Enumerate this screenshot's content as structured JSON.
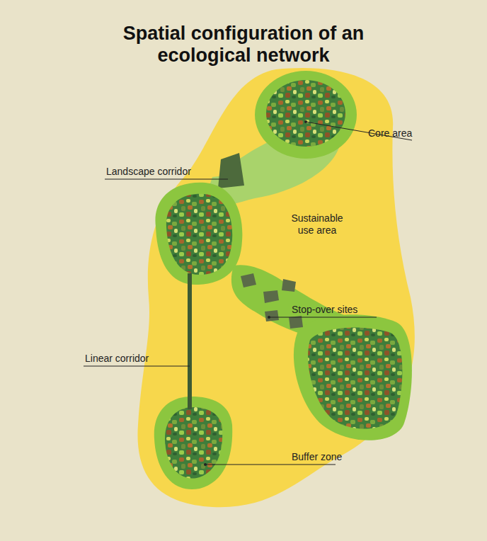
{
  "diagram": {
    "title": "Spatial configuration of an ecological network",
    "labels": [
      "Core area",
      "Landscape corridor",
      "Sustainable use area",
      "Stop-over sites",
      "Linear corridor",
      "Buffer zone"
    ]
  }
}
